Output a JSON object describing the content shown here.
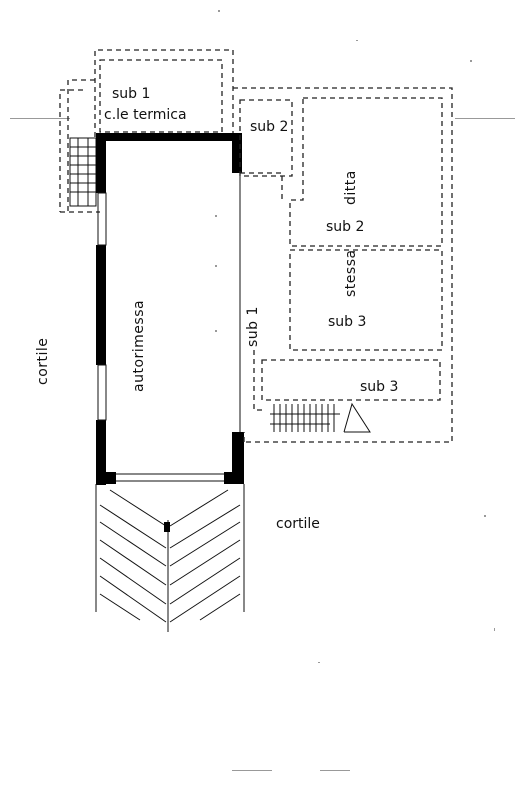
{
  "labels": {
    "cortile_left": "cortile",
    "cortile_bottom": "cortile",
    "autorimessa": "autorimessa",
    "sub1_top": "sub 1",
    "centrale_termica": "c.le termica",
    "sub2_small": "sub 2",
    "ditta": "ditta",
    "stessa": "stessa",
    "sub2_right": "sub 2",
    "sub3_mid": "sub 3",
    "sub3_lower": "sub 3",
    "sub1_vertical": "sub 1"
  },
  "colors": {
    "ink": "#111111",
    "wall": "#000000",
    "paper": "#ffffff"
  }
}
